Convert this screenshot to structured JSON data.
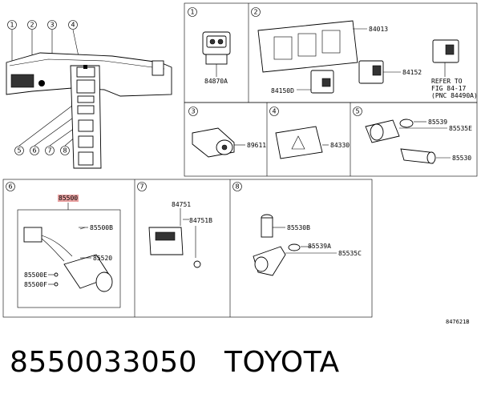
{
  "sections": [
    {
      "num": "1",
      "parts": [
        "84870A"
      ]
    },
    {
      "num": "2",
      "parts": [
        "84013",
        "84152",
        "84150D"
      ],
      "note": [
        "REFER TO",
        "FIG 84-17",
        "(PNC 84490A)"
      ]
    },
    {
      "num": "3",
      "parts": [
        "89611"
      ]
    },
    {
      "num": "4",
      "parts": [
        "84330"
      ]
    },
    {
      "num": "5",
      "parts": [
        "85539",
        "85535E",
        "85530"
      ]
    },
    {
      "num": "6",
      "parts": [
        "85500",
        "85500B",
        "85520",
        "85500E",
        "85500F"
      ]
    },
    {
      "num": "7",
      "parts": [
        "84751",
        "84751B"
      ]
    },
    {
      "num": "8",
      "parts": [
        "85530B",
        "85539A",
        "85535C"
      ]
    }
  ],
  "overview_callouts": [
    "1",
    "2",
    "3",
    "4",
    "5",
    "6",
    "7",
    "8"
  ],
  "diagram_code": "847621B",
  "footer": {
    "part_number": "8550033050",
    "brand": "TOYOTA"
  },
  "colors": {
    "highlight": "#e8a0a0",
    "line": "#000000"
  }
}
